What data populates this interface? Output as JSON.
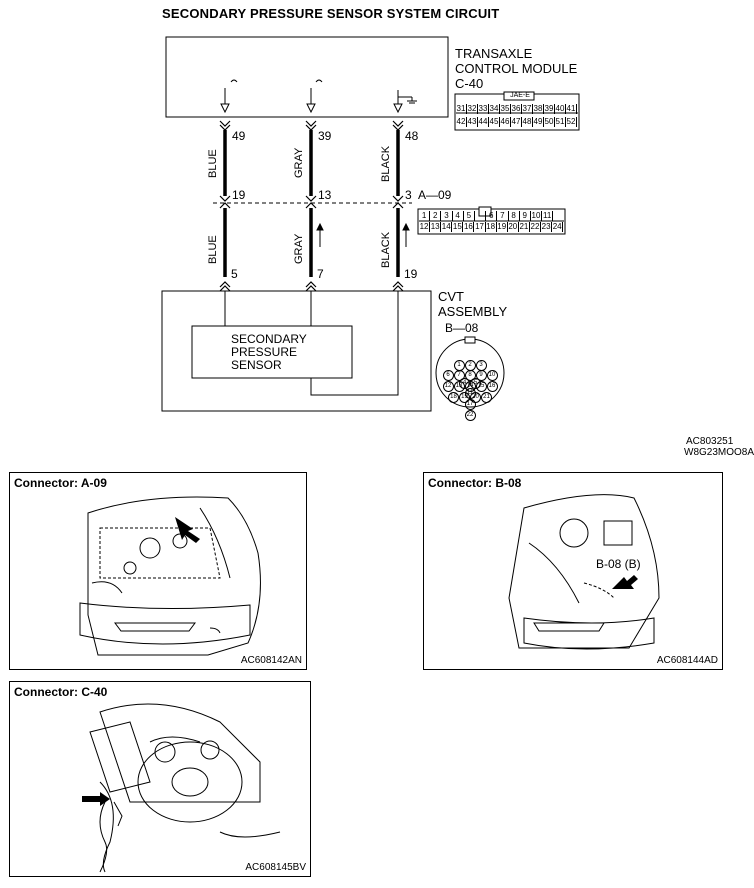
{
  "title": "SECONDARY PRESSURE SENSOR SYSTEM CIRCUIT",
  "tcm": {
    "label_line1": "TRANSAXLE",
    "label_line2": "CONTROL MODULE",
    "connector": "C-40",
    "housing": "JAE-E",
    "pins_row1": [
      "31",
      "32",
      "33",
      "34",
      "35",
      "36",
      "37",
      "38",
      "39",
      "40",
      "41"
    ],
    "pins_row2": [
      "42",
      "43",
      "44",
      "45",
      "46",
      "47",
      "48",
      "49",
      "50",
      "51",
      "52"
    ]
  },
  "wires": [
    {
      "color_name": "BLUE",
      "tcm_pin": "49",
      "a09_pin": "19",
      "cvt_pin": "5"
    },
    {
      "color_name": "GRAY",
      "tcm_pin": "39",
      "a09_pin": "13",
      "cvt_pin": "7"
    },
    {
      "color_name": "BLACK",
      "tcm_pin": "48",
      "a09_pin": "3",
      "cvt_pin": "19"
    }
  ],
  "a09": {
    "label": "A—09",
    "row1": [
      "1",
      "2",
      "3",
      "4",
      "5",
      "",
      "6",
      "7",
      "8",
      "9",
      "10",
      "11"
    ],
    "row2": [
      "12",
      "13",
      "14",
      "15",
      "16",
      "17",
      "18",
      "19",
      "20",
      "21",
      "22",
      "23",
      "24"
    ]
  },
  "cvt": {
    "label_line1": "CVT",
    "label_line2": "ASSEMBLY",
    "connector": "B—08",
    "pins_row1": [
      "1",
      "2",
      "3",
      "4",
      "5"
    ],
    "pins_row2": [
      "6",
      "7",
      "8",
      "9",
      "10",
      "11"
    ],
    "pins_row3": [
      "12",
      "13",
      "14",
      "15",
      "16",
      "17"
    ],
    "pins_row4": [
      "18",
      "19",
      "20",
      "21",
      "22"
    ]
  },
  "sensor": {
    "line1": "SECONDARY",
    "line2": "PRESSURE",
    "line3": "SENSOR"
  },
  "codes": {
    "code1": "AC803251",
    "code2": "W8G23MOO8A"
  },
  "panels": [
    {
      "title": "Connector: A-09",
      "code": "AC608142AN"
    },
    {
      "title": "Connector: B-08",
      "code": "AC608144AD",
      "callout": "B-08 (B)"
    },
    {
      "title": "Connector: C-40",
      "code": "AC608145BV"
    }
  ]
}
